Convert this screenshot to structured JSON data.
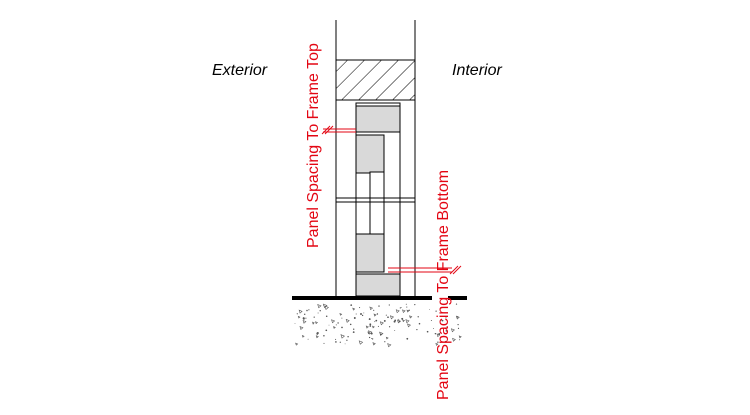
{
  "labels": {
    "exterior": "Exterior",
    "interior": "Interior",
    "dimension_top": "Panel Spacing To Frame Top",
    "dimension_bottom": "Panel Spacing To Frame Bottom"
  },
  "colors": {
    "line": "#000000",
    "dimension": "#e30613",
    "panel_fill": "#d9d9d9",
    "header_hatch": "#000000",
    "background": "#ffffff",
    "ground_speckle": "#555555"
  }
}
